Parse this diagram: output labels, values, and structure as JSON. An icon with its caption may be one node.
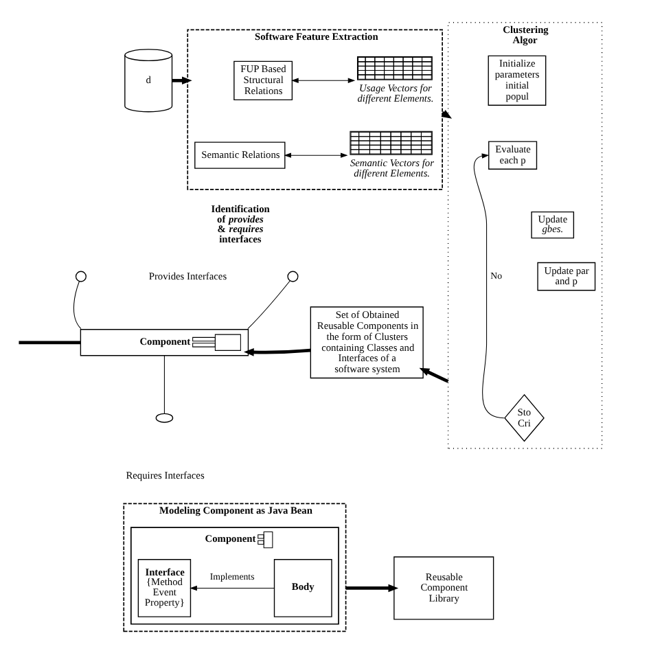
{
  "diagram": {
    "nodes": [
      {
        "text": [
          "d"
        ]
      },
      {
        "text": [
          "Software Feature Extraction"
        ]
      },
      {
        "text": [
          "FUP Based Structural Relations"
        ],
        "in": 1
      },
      {
        "text": [],
        "shape": "table",
        "beside": [
          "Usage Vectors for different Elements."
        ],
        "in": 1
      },
      {
        "text": [
          "Semantic Relations"
        ],
        "in": 1
      },
      {
        "text": [],
        "shape": "table",
        "beside": [
          "Semantic Vectors for different Elements."
        ],
        "in": 1
      },
      {
        "text": [
          "Clustering Algor"
        ]
      },
      {
        "text": [
          "Initialize parameters initial popul"
        ],
        "in": 6
      },
      {
        "text": [
          "Evaluate each p"
        ],
        "in": 6
      },
      {
        "text": [
          "Update *gbes.*"
        ],
        "in": 6
      },
      {
        "text": [
          "Update par and p"
        ],
        "in": 6
      },
      {
        "text": [
          "Sto Cri"
        ],
        "in": 6
      },
      {
        "text": [
          "Component"
        ]
      },
      {
        "text": [],
        "shape": "circle"
      },
      {
        "text": [],
        "shape": "circle"
      },
      {
        "text": [],
        "shape": "arc"
      },
      {
        "text": [
          "Set of Obtained Reusable Components in the form of Clusters containing Classes and Interfaces of a software system"
        ]
      },
      {
        "text": [
          "Modeling Component as Java Bean"
        ]
      },
      {
        "text": [
          "Component"
        ],
        "in": 17
      },
      {
        "text": [
          "Interface",
          "{Method Event Property}"
        ],
        "in": 18
      },
      {
        "text": [
          "Body"
        ],
        "in": 18
      },
      {
        "text": [
          "Reusable Component Library"
        ]
      }
    ],
    "edges": [
      {
        "from": 0,
        "to": 1,
        "arrow": "to",
        "style": "thick"
      },
      {
        "from": 1,
        "to": 6,
        "arrow": "to",
        "style": "thick"
      },
      {
        "from": 2,
        "to": 3,
        "arrow": "both"
      },
      {
        "from": 4,
        "to": 5,
        "arrow": "both"
      },
      {
        "from": 11,
        "to": 8,
        "arrow": "to",
        "label": "No"
      },
      {
        "from": 6,
        "to": 16,
        "arrow": "to",
        "style": "thick"
      },
      {
        "from": 16,
        "to": 12,
        "arrow": "to",
        "style": "thick"
      },
      {
        "from": 13,
        "to": 12,
        "arrow": "none"
      },
      {
        "from": 14,
        "to": 12,
        "arrow": "none"
      },
      {
        "from": 12,
        "to": 15,
        "arrow": "none"
      },
      {
        "from": null,
        "to": 12,
        "arrow": "none",
        "style": "thick"
      },
      {
        "from": 20,
        "to": 19,
        "arrow": "to",
        "label": "Implements"
      },
      {
        "from": 17,
        "to": 21,
        "arrow": "to",
        "style": "thick"
      }
    ],
    "labels": [
      "Identification of *provides* & *requires* interfaces",
      "Provides Interfaces",
      "Requires Interfaces"
    ]
  }
}
